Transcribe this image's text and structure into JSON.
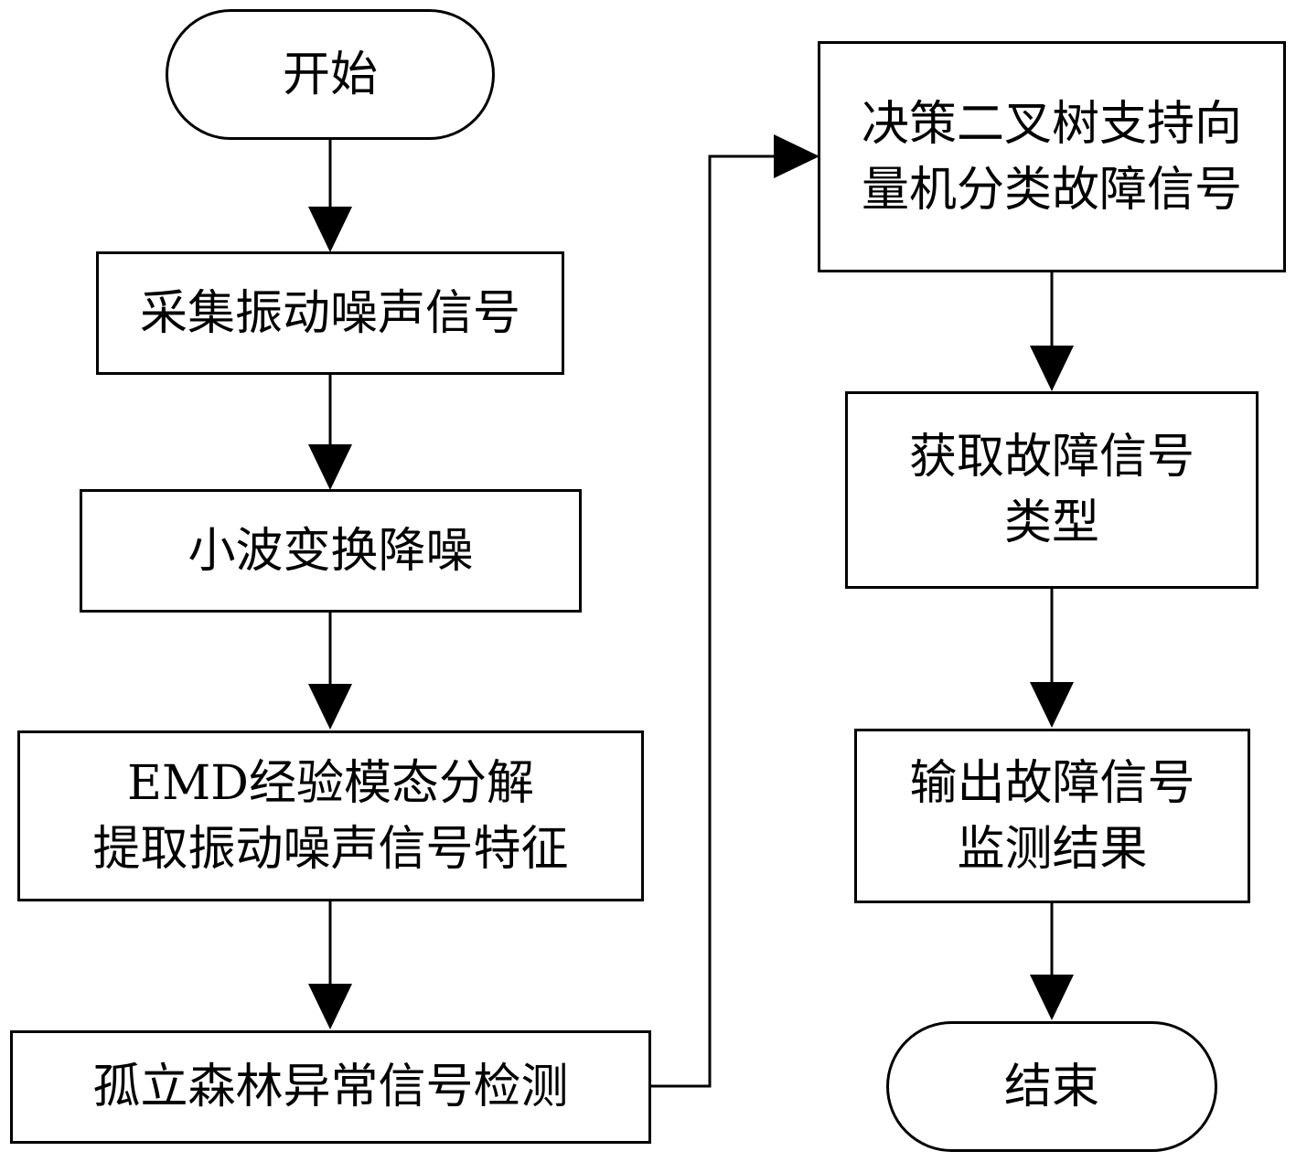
{
  "nodes": {
    "start": {
      "text": "开始"
    },
    "collect": {
      "text": "采集振动噪声信号"
    },
    "denoise": {
      "text": "小波变换降噪"
    },
    "emd": {
      "line1": "EMD经验模态分解",
      "line2": "提取振动噪声信号特征"
    },
    "iforest": {
      "text": "孤立森林异常信号检测"
    },
    "svm": {
      "line1": "决策二叉树支持向",
      "line2": "量机分类故障信号"
    },
    "type": {
      "line1": "获取故障信号",
      "line2": "类型"
    },
    "output": {
      "line1": "输出故障信号",
      "line2": "监测结果"
    },
    "end": {
      "text": "结束"
    }
  },
  "colors": {
    "stroke": "#000000",
    "fill": "#ffffff"
  }
}
